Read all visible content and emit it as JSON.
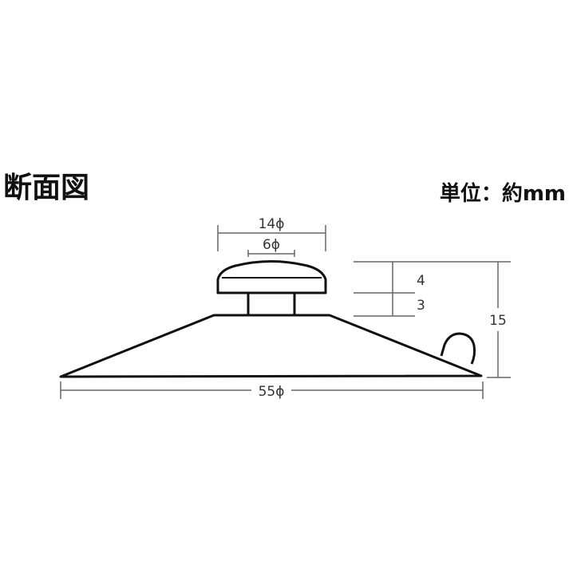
{
  "title": "断面図",
  "unit_label": "単位：約mm",
  "dimensions": {
    "cap_diameter": "14ϕ",
    "stem_diameter": "6ϕ",
    "base_diameter": "55ϕ",
    "cap_height": "4",
    "stem_height": "3",
    "total_height": "15"
  },
  "colors": {
    "outline": "#111111",
    "dimension_line": "#666666",
    "background": "#ffffff"
  }
}
